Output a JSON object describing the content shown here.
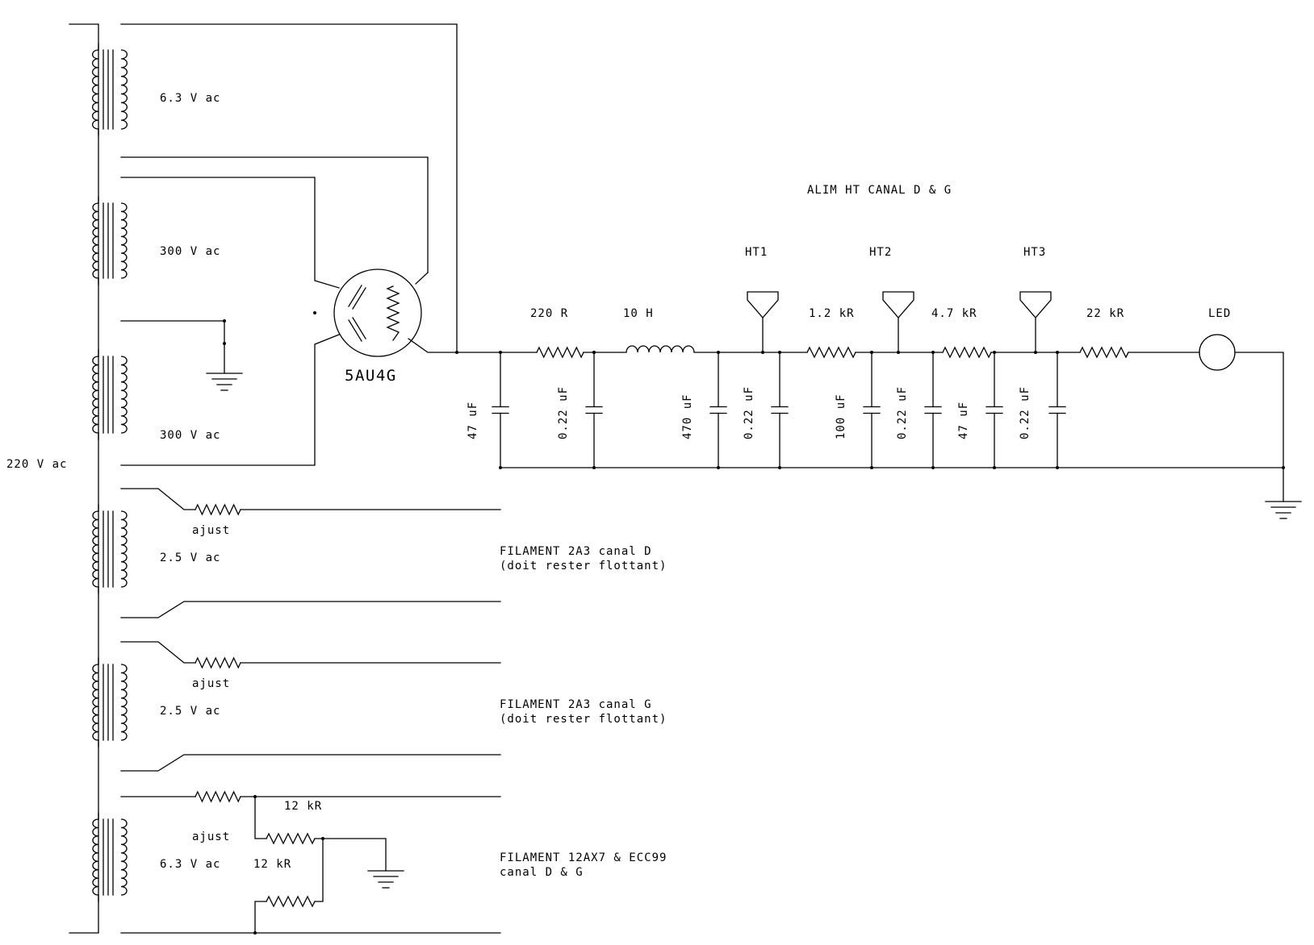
{
  "title": "ALIM HT CANAL D & G",
  "mains_label": "220 V ac",
  "tube_label": "5AU4G",
  "secondaries": {
    "heater_5au4g": "6.3 V ac",
    "ht_upper": "300 V ac",
    "ht_lower": "300 V ac",
    "fil_2a3_d": "2.5 V ac",
    "fil_2a3_g": "2.5 V ac",
    "fil_small": "6.3 V ac"
  },
  "filter_resistors": [
    "220 R",
    "1.2 kR",
    "4.7 kR",
    "22 kR"
  ],
  "choke": "10 H",
  "capacitors": [
    "47 uF",
    "0.22 uF",
    "470 uF",
    "0.22 uF",
    "100 uF",
    "0.22 uF",
    "47 uF",
    "0.22 uF"
  ],
  "taps": [
    "HT1",
    "HT2",
    "HT3"
  ],
  "led_label": "LED",
  "adjust_labels": [
    "ajust",
    "ajust",
    "ajust"
  ],
  "hum_resistors": [
    "12 kR",
    "12 kR"
  ],
  "filament_notes": {
    "d": [
      "FILAMENT 2A3 canal D",
      "(doit rester flottant)"
    ],
    "g": [
      "FILAMENT 2A3 canal G",
      "(doit rester flottant)"
    ],
    "small": [
      "FILAMENT 12AX7 & ECC99",
      "canal D & G"
    ]
  }
}
